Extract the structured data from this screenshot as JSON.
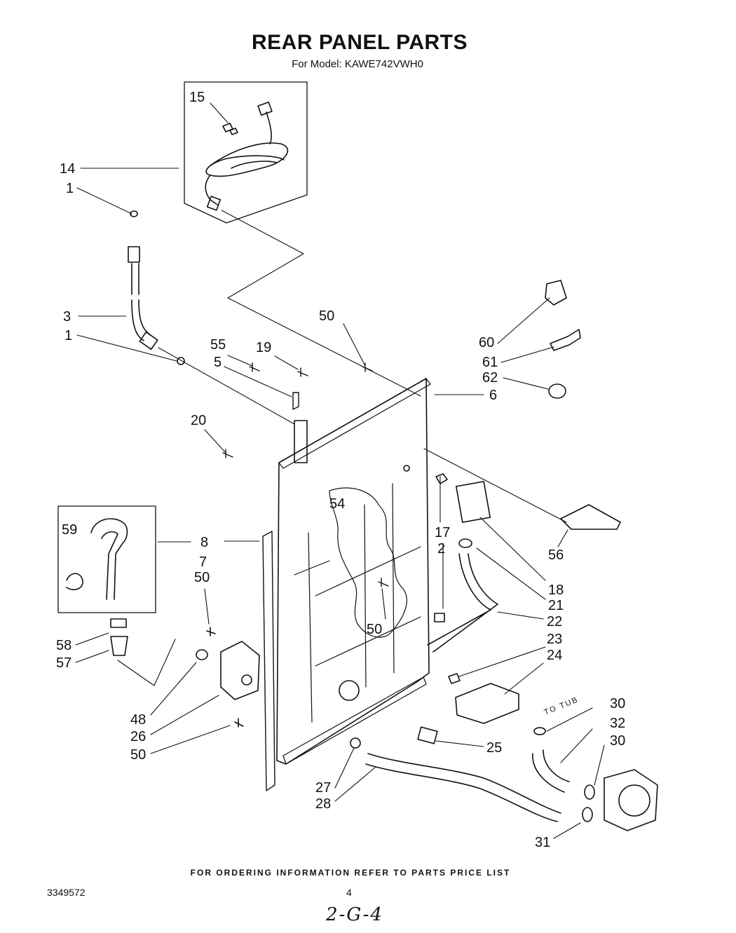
{
  "header": {
    "title": "REAR PANEL PARTS",
    "subtitle": "For Model: KAWE742VWH0"
  },
  "callouts": [
    {
      "id": "c15",
      "text": "15"
    },
    {
      "id": "c14",
      "text": "14"
    },
    {
      "id": "c1a",
      "text": "1"
    },
    {
      "id": "c3",
      "text": "3"
    },
    {
      "id": "c1b",
      "text": "1"
    },
    {
      "id": "c50a",
      "text": "50"
    },
    {
      "id": "c55",
      "text": "55"
    },
    {
      "id": "c19",
      "text": "19"
    },
    {
      "id": "c5",
      "text": "5"
    },
    {
      "id": "c60",
      "text": "60"
    },
    {
      "id": "c61",
      "text": "61"
    },
    {
      "id": "c62",
      "text": "62"
    },
    {
      "id": "c6",
      "text": "6"
    },
    {
      "id": "c20",
      "text": "20"
    },
    {
      "id": "c54",
      "text": "54"
    },
    {
      "id": "c59",
      "text": "59"
    },
    {
      "id": "c8",
      "text": "8"
    },
    {
      "id": "c7",
      "text": "7"
    },
    {
      "id": "c50b",
      "text": "50"
    },
    {
      "id": "c17",
      "text": "17"
    },
    {
      "id": "c2",
      "text": "2"
    },
    {
      "id": "c56",
      "text": "56"
    },
    {
      "id": "c18",
      "text": "18"
    },
    {
      "id": "c21",
      "text": "21"
    },
    {
      "id": "c22",
      "text": "22"
    },
    {
      "id": "c50c",
      "text": "50"
    },
    {
      "id": "c23",
      "text": "23"
    },
    {
      "id": "c24",
      "text": "24"
    },
    {
      "id": "c58",
      "text": "58"
    },
    {
      "id": "c57",
      "text": "57"
    },
    {
      "id": "c30a",
      "text": "30"
    },
    {
      "id": "c32",
      "text": "32"
    },
    {
      "id": "c30b",
      "text": "30"
    },
    {
      "id": "c48",
      "text": "48"
    },
    {
      "id": "c26",
      "text": "26"
    },
    {
      "id": "c50d",
      "text": "50"
    },
    {
      "id": "c25",
      "text": "25"
    },
    {
      "id": "c27",
      "text": "27"
    },
    {
      "id": "c28",
      "text": "28"
    },
    {
      "id": "c31",
      "text": "31"
    }
  ],
  "annotation_to_tub": "TO TUB",
  "footer": {
    "ordering_note": "FOR ORDERING INFORMATION REFER TO PARTS PRICE LIST",
    "doc_number": "3349572",
    "page_number": "4",
    "handwritten_note": "2-G-4"
  },
  "colors": {
    "ink": "#111111",
    "background": "#ffffff"
  }
}
